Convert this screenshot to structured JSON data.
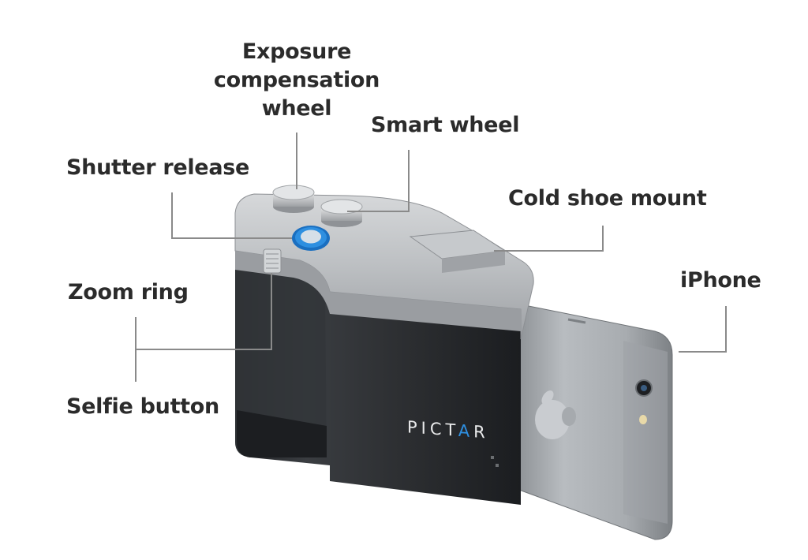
{
  "labels": {
    "exposure_line1": "Exposure",
    "exposure_line2": "compensation",
    "exposure_line3": "wheel",
    "smart_wheel": "Smart wheel",
    "shutter_release": "Shutter release",
    "cold_shoe_mount": "Cold shoe mount",
    "zoom_ring": "Zoom ring",
    "iphone": "iPhone",
    "selfie_button": "Selfie button"
  },
  "product": {
    "brand_left": "PICT",
    "brand_mark": "A",
    "brand_right": "R"
  },
  "colors": {
    "label_text": "#2b2b2b",
    "leader_line": "#8a8a8a",
    "body_silver": "#b9bcbf",
    "grip_black": "#2a2c2f",
    "shutter_blue": "#2e8fe0",
    "phone_gray": "#a9adb1"
  }
}
